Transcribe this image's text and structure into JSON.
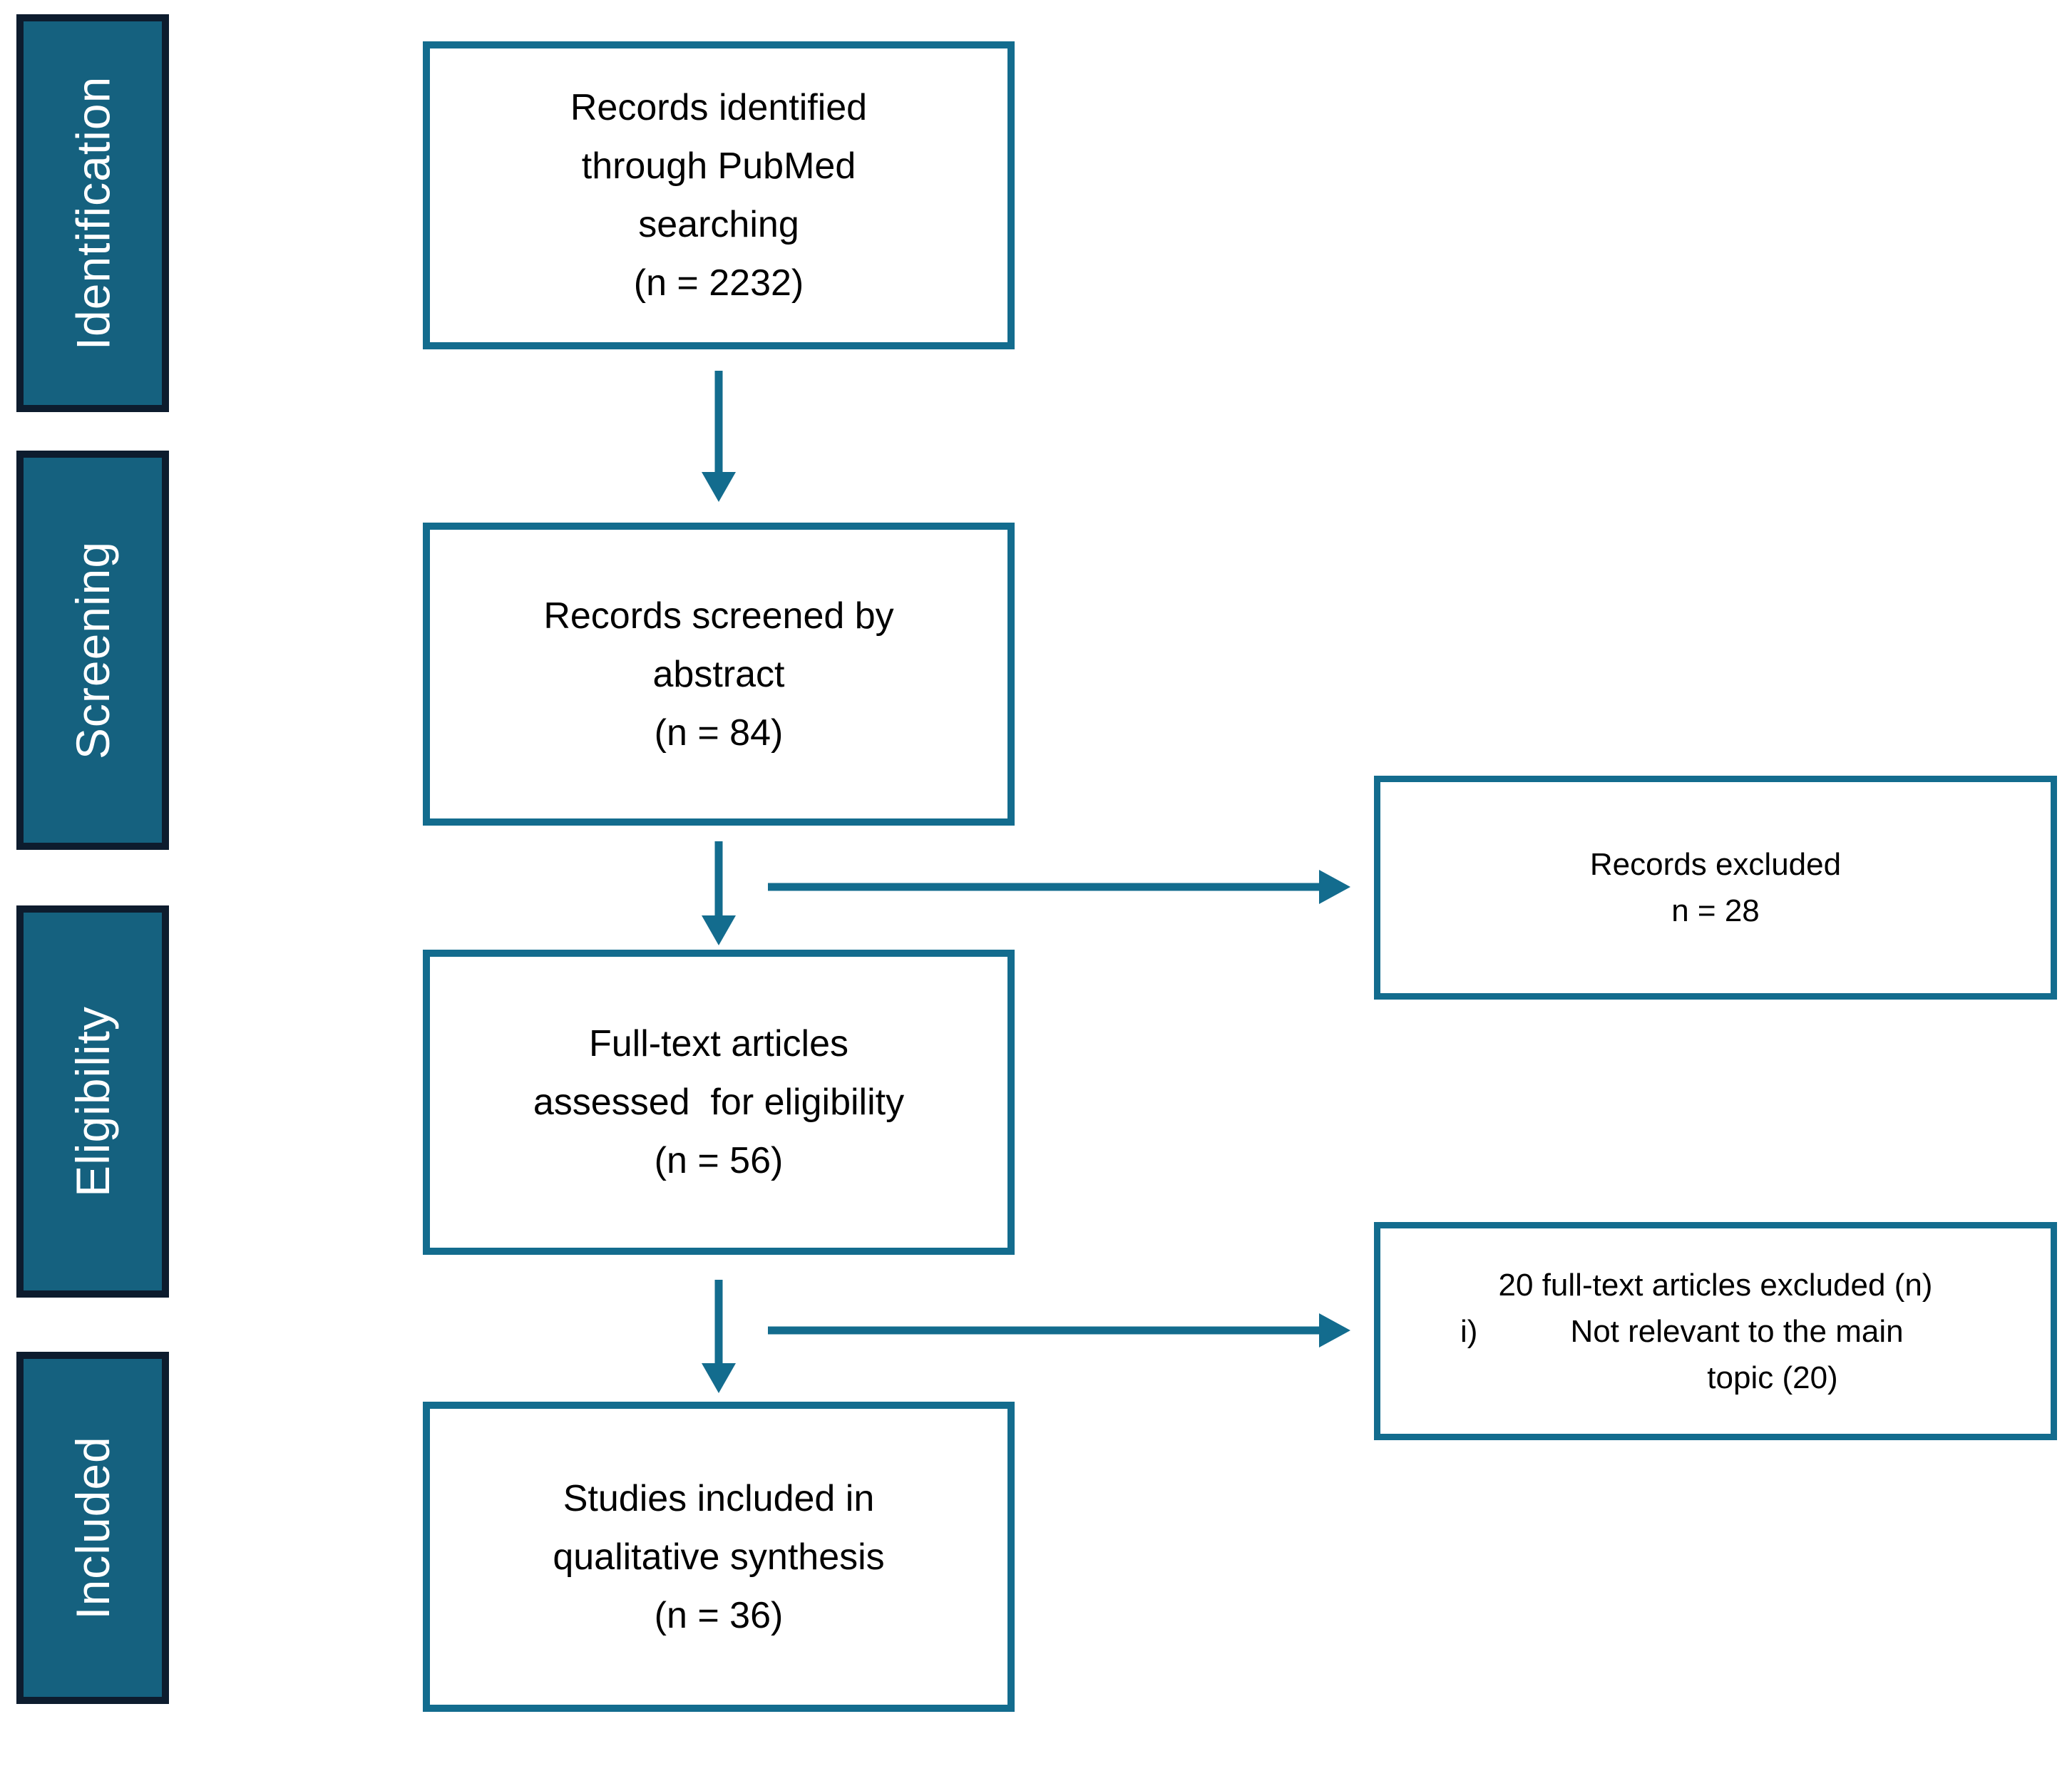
{
  "diagram": {
    "stages": [
      {
        "label": "Identification"
      },
      {
        "label": "Screening"
      },
      {
        "label": "Eligibility"
      },
      {
        "label": "Included"
      }
    ],
    "flow_boxes": [
      {
        "lines": [
          "Records identified",
          "through PubMed",
          "searching",
          "(n = 2232)"
        ]
      },
      {
        "lines": [
          "Records screened by",
          "abstract",
          "(n = 84)"
        ]
      },
      {
        "lines": [
          "Full-text articles",
          "assessed  for eligibility",
          "(n = 56)"
        ]
      },
      {
        "lines": [
          "Studies included in",
          "qualitative synthesis",
          "(n = 36)"
        ]
      }
    ],
    "exclusion_boxes": [
      {
        "lines": [
          "Records excluded",
          "n = 28"
        ]
      },
      {
        "line1": "20 full-text articles excluded (n)",
        "list_marker": "i)",
        "list_text": "Not relevant to the main",
        "list_text_cont": "topic (20)"
      }
    ],
    "colors": {
      "stage_fill": "#15617f",
      "stage_border": "#0d1c2e",
      "stage_text": "#ffffff",
      "box_border": "#136c8e",
      "arrow": "#136c8e",
      "box_text": "#000000",
      "background": "#ffffff"
    }
  }
}
